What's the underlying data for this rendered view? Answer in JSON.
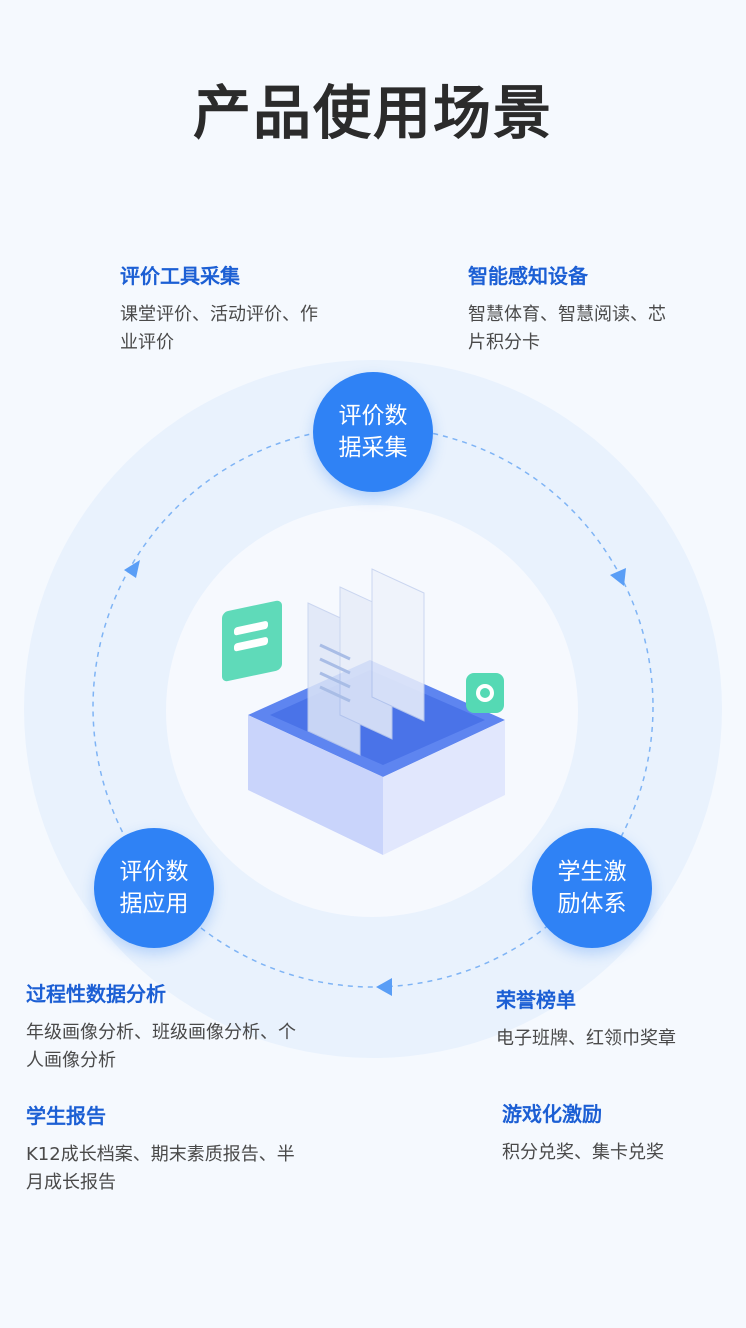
{
  "title": "产品使用场景",
  "nodes": {
    "top": "评价数据采集",
    "left": "评价数据应用",
    "right": "学生激励体系"
  },
  "blocks": {
    "evaluation_tools": {
      "title": "评价工具采集",
      "desc": "课堂评价、活动评价、作业评价"
    },
    "smart_devices": {
      "title": "智能感知设备",
      "desc": "智慧体育、智慧阅读、芯片积分卡"
    },
    "process_analysis": {
      "title": "过程性数据分析",
      "desc": "年级画像分析、班级画像分析、个人画像分析"
    },
    "honor_list": {
      "title": "荣誉榜单",
      "desc": "电子班牌、红领巾奖章"
    },
    "student_report": {
      "title": "学生报告",
      "desc": "K12成长档案、期末素质报告、半月成长报告"
    },
    "gamified_incentive": {
      "title": "游戏化激励",
      "desc": "积分兑奖、集卡兑奖"
    }
  },
  "colors": {
    "accent": "#2f82f5",
    "heading": "#1c5fd4",
    "ring": "#e9f2fd"
  },
  "icons": [
    "arrow-left-up-icon",
    "arrow-right-down-icon",
    "arrow-bottom-left-icon",
    "data-stack-illustration",
    "camera-icon",
    "form-icon"
  ]
}
